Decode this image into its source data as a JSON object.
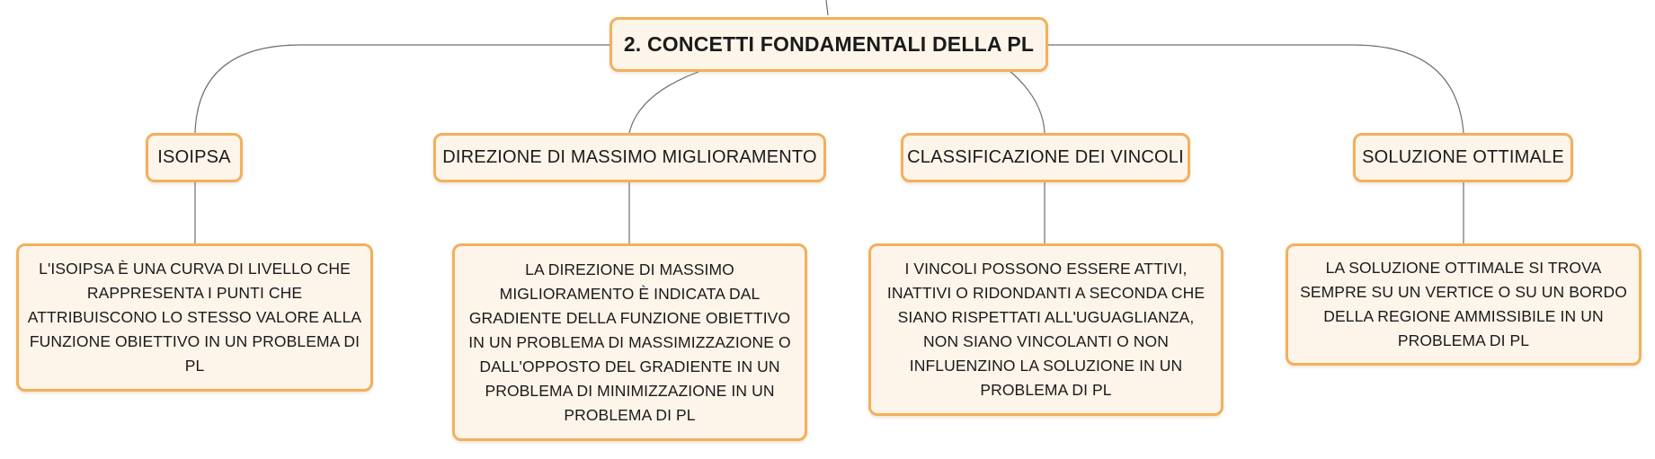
{
  "root": {
    "title": "2. CONCETTI FONDAMENTALI DELLA PL"
  },
  "topics": [
    {
      "title": "ISOIPSA",
      "detail": "L'ISOIPSA È UNA CURVA DI LIVELLO CHE RAPPRESENTA I PUNTI CHE ATTRIBUISCONO LO STESSO VALORE ALLA FUNZIONE OBIETTIVO IN UN PROBLEMA DI PL"
    },
    {
      "title": "DIREZIONE DI MASSIMO MIGLIORAMENTO",
      "detail": "LA DIREZIONE DI MASSIMO MIGLIORAMENTO È INDICATA DAL GRADIENTE DELLA FUNZIONE OBIETTIVO IN UN PROBLEMA DI MASSIMIZZAZIONE O DALL'OPPOSTO DEL GRADIENTE IN UN PROBLEMA DI MINIMIZZAZIONE IN UN PROBLEMA DI PL"
    },
    {
      "title": "CLASSIFICAZIONE DEI VINCOLI",
      "detail": "I VINCOLI POSSONO ESSERE ATTIVI, INATTIVI O RIDONDANTI A SECONDA CHE SIANO RISPETTATI ALL'UGUAGLIANZA, NON SIANO VINCOLANTI O NON INFLUENZINO LA SOLUZIONE IN UN PROBLEMA DI PL"
    },
    {
      "title": "SOLUZIONE OTTIMALE",
      "detail": "LA SOLUZIONE OTTIMALE SI TROVA SEMPRE SU UN VERTICE O SU UN BORDO DELLA REGIONE AMMISSIBILE IN UN PROBLEMA DI PL"
    }
  ]
}
